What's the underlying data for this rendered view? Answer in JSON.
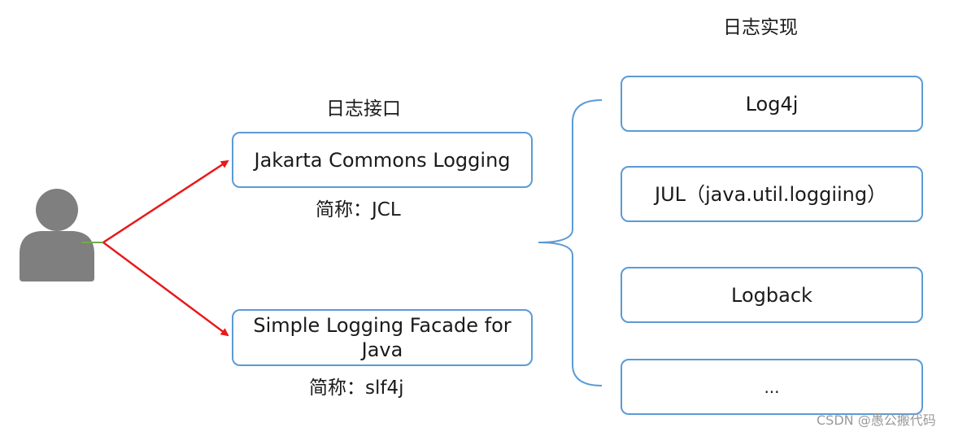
{
  "headers": {
    "impl_title": "日志实现",
    "interface_title": "日志接口"
  },
  "interfaces": [
    {
      "name": "Jakarta Commons Logging",
      "abbr": "简称：JCL"
    },
    {
      "name": "Simple Logging Facade for Java",
      "abbr": "简称：slf4j"
    }
  ],
  "implementations": [
    {
      "name": "Log4j"
    },
    {
      "name": "JUL（java.util.loggiing）"
    },
    {
      "name": "Logback"
    },
    {
      "name": "..."
    }
  ],
  "watermark": "CSDN @愚公搬代码",
  "colors": {
    "box_border": "#5b9bd5",
    "arrow": "#e8191a",
    "brace": "#5b9bd5",
    "user_icon": "#7f7f7f",
    "user_connector": "#70ad47"
  }
}
